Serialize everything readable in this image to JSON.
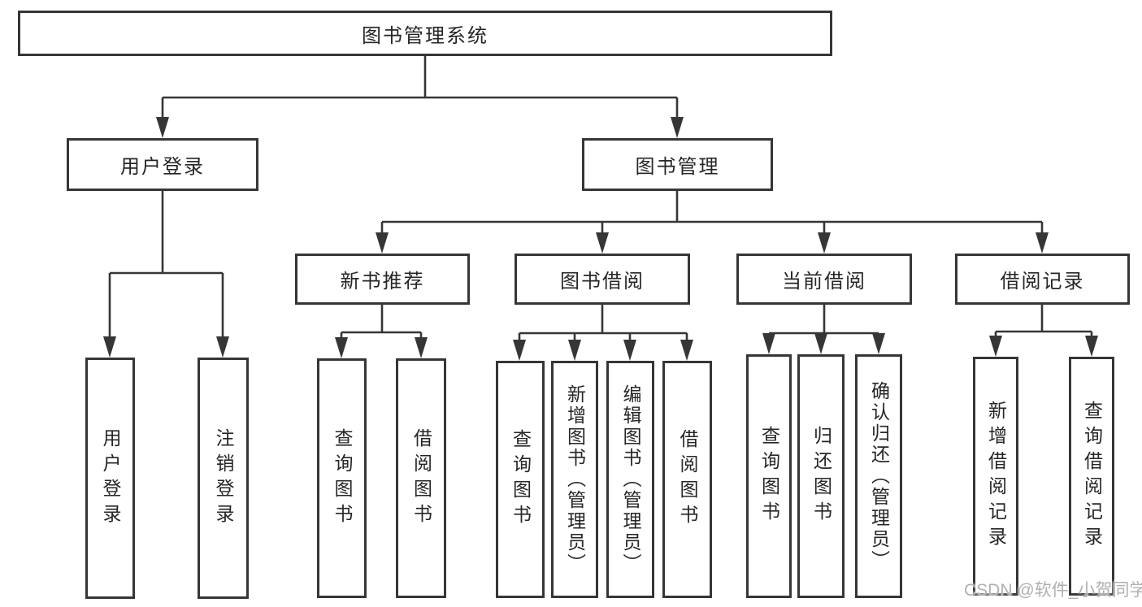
{
  "diagram": {
    "watermark": "CSDN @软件_小贺同学",
    "colors": {
      "line": "#363636",
      "box_border": "#363636",
      "text": "#262626",
      "watermark": "#b0b0b0",
      "background": "#ffffff"
    },
    "nodes": {
      "root": {
        "label": "图书管理系统"
      },
      "user_login_group": {
        "label": "用户登录"
      },
      "book_mgmt": {
        "label": "图书管理"
      },
      "login": {
        "label": "用户登录"
      },
      "logout": {
        "label": "注销登录"
      },
      "new_book_rec": {
        "label": "新书推荐"
      },
      "book_borrow": {
        "label": "图书借阅"
      },
      "current_borrow": {
        "label": "当前借阅"
      },
      "borrow_records": {
        "label": "借阅记录"
      },
      "nb_query": {
        "label": "查询图书"
      },
      "nb_borrow": {
        "label": "借阅图书"
      },
      "bb_query": {
        "label": "查询图书"
      },
      "bb_add": {
        "label": "新增图书（管理员）"
      },
      "bb_edit": {
        "label": "编辑图书（管理员）"
      },
      "bb_borrow": {
        "label": "借阅图书"
      },
      "cb_query": {
        "label": "查询图书"
      },
      "cb_return": {
        "label": "归还图书"
      },
      "cb_confirm": {
        "label": "确认归还（管理员）"
      },
      "br_add": {
        "label": "新增借阅记录"
      },
      "br_query": {
        "label": "查询借阅记录"
      }
    }
  }
}
